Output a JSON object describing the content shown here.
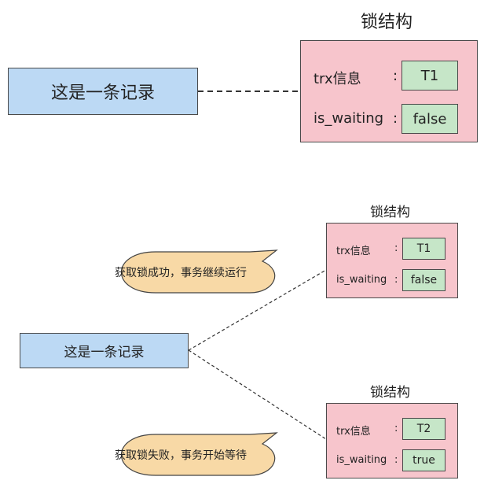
{
  "top": {
    "record_label": "这是一条记录",
    "lock_title": "锁结构",
    "trx_label": "trx信息",
    "waiting_label": "is_waiting",
    "colon": ":",
    "trx_value": "T1",
    "waiting_value": "false"
  },
  "bottom": {
    "record_label": "这是一条记录",
    "lock1": {
      "title": "锁结构",
      "trx_label": "trx信息",
      "waiting_label": "is_waiting",
      "colon": ":",
      "trx_value": "T1",
      "waiting_value": "false"
    },
    "lock2": {
      "title": "锁结构",
      "trx_label": "trx信息",
      "waiting_label": "is_waiting",
      "colon": ":",
      "trx_value": "T2",
      "waiting_value": "true"
    },
    "bubble1": "获取锁成功，事务继续运行",
    "bubble2": "获取锁失败，事务开始等待"
  },
  "colors": {
    "record_fill": "#bcd9f4",
    "lock_fill": "#f7c5cc",
    "value_fill": "#c6e6c8",
    "bubble_fill": "#f8d9a6"
  }
}
